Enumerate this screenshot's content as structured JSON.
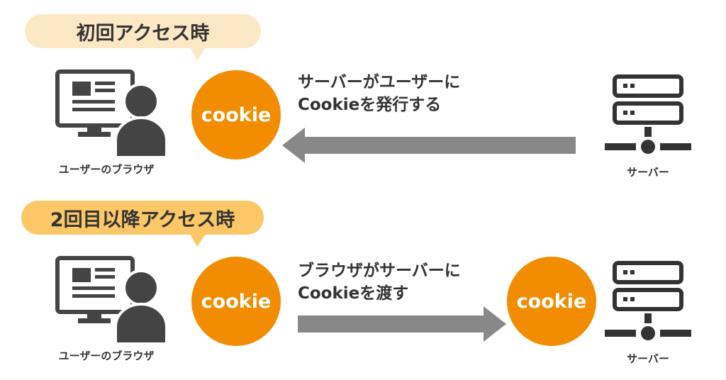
{
  "colors": {
    "cookie": "#f28c00",
    "bubble_first": "#fde8c6",
    "bubble_repeat": "#fcc766",
    "icon": "#444444",
    "arrow": "#888888"
  },
  "first_access": {
    "title": "初回アクセス時",
    "browser_label": "ユーザーのブラウザ",
    "cookie_label": "cookie",
    "message_line1": "サーバーがユーザーに",
    "message_line2": "Cookieを発行する",
    "server_label": "サーバー"
  },
  "repeat_access": {
    "title": "2回目以降アクセス時",
    "browser_label": "ユーザーのブラウザ",
    "cookie_label": "cookie",
    "message_line1": "ブラウザがサーバーに",
    "message_line2": "Cookieを渡す",
    "server_cookie_label": "cookie",
    "server_label": "サーバー"
  }
}
